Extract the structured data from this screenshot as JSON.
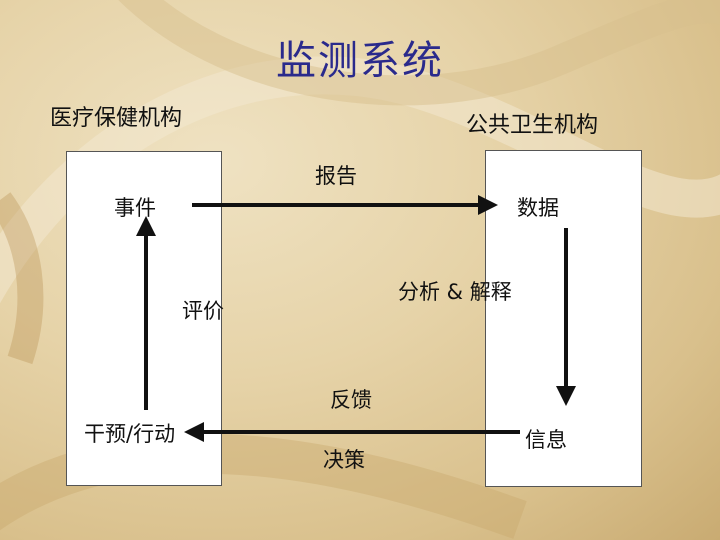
{
  "title": "监测系统",
  "orgs": {
    "left": "医疗保健机构",
    "right": "公共卫生机构"
  },
  "labels": {
    "report": "报告",
    "event": "事件",
    "data": "数据",
    "analysis": "分析 & 解释",
    "evaluate": "评价",
    "feedback": "反馈",
    "action": "干预/行动",
    "info": "信息",
    "decision": "决策"
  }
}
